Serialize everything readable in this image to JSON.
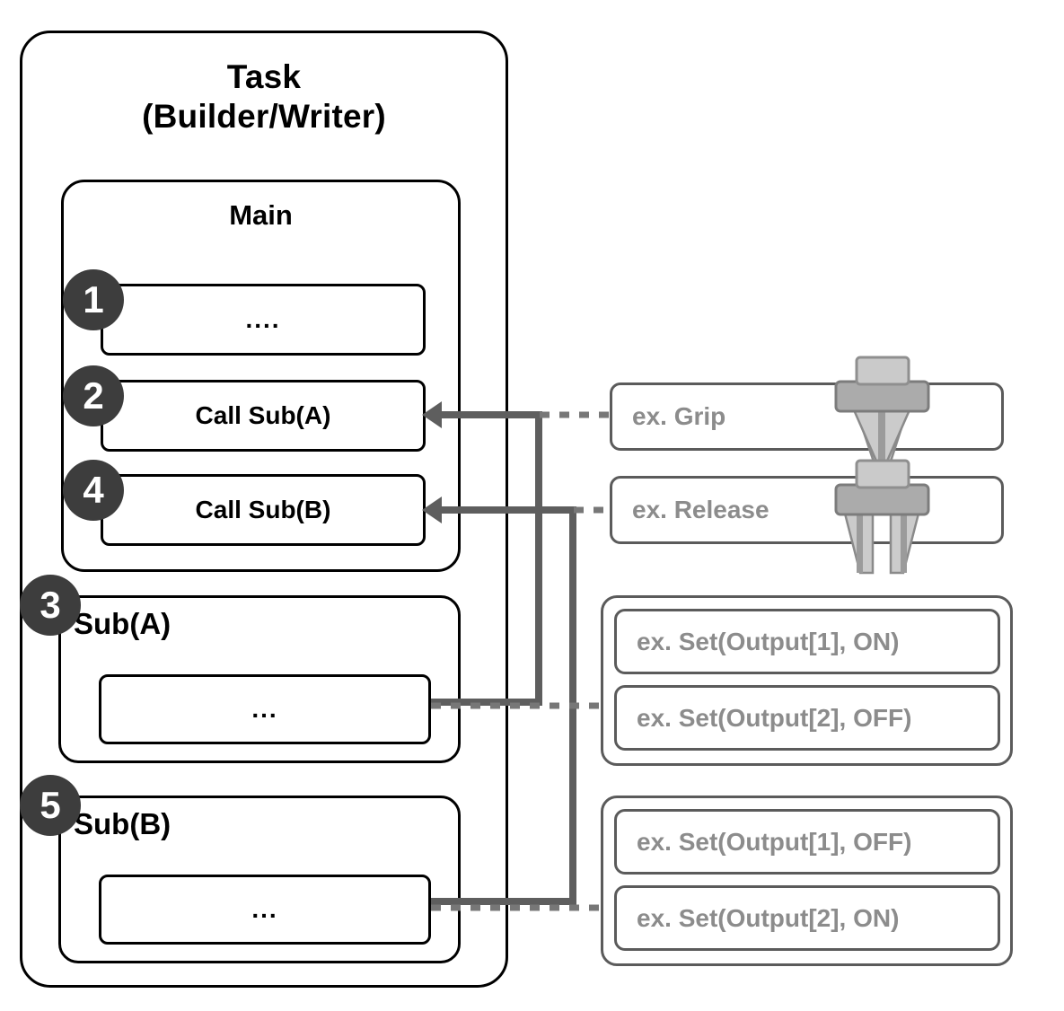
{
  "diagram": {
    "task": {
      "title_line1": "Task",
      "title_line2": "(Builder/Writer)"
    },
    "main": {
      "title": "Main",
      "steps": [
        {
          "badge": "1",
          "label": "...."
        },
        {
          "badge": "2",
          "label": "Call Sub(A)"
        },
        {
          "badge": "4",
          "label": "Call Sub(B)"
        }
      ]
    },
    "subroutines": [
      {
        "badge": "3",
        "title": "Sub(A)",
        "body": "..."
      },
      {
        "badge": "5",
        "title": "Sub(B)",
        "body": "..."
      }
    ],
    "examples": {
      "grip": {
        "label": "ex. Grip",
        "icon": "gripper-closed-icon"
      },
      "release": {
        "label": "ex. Release",
        "icon": "gripper-open-icon"
      },
      "sub_a_group": [
        "ex. Set(Output[1], ON)",
        "ex. Set(Output[2], OFF)"
      ],
      "sub_b_group": [
        "ex. Set(Output[1], OFF)",
        "ex. Set(Output[2], ON)"
      ]
    },
    "colors": {
      "outline": "#000000",
      "badge_fill": "#3d3d3d",
      "badge_text": "#ffffff",
      "example_outline": "#5b5b5b",
      "example_text": "#8c8c8c",
      "connector": "#5e5e5e",
      "gripper_light": "#c9c9c9",
      "gripper_dark": "#a8a8a8",
      "gripper_stroke": "#7c7c7c"
    }
  }
}
